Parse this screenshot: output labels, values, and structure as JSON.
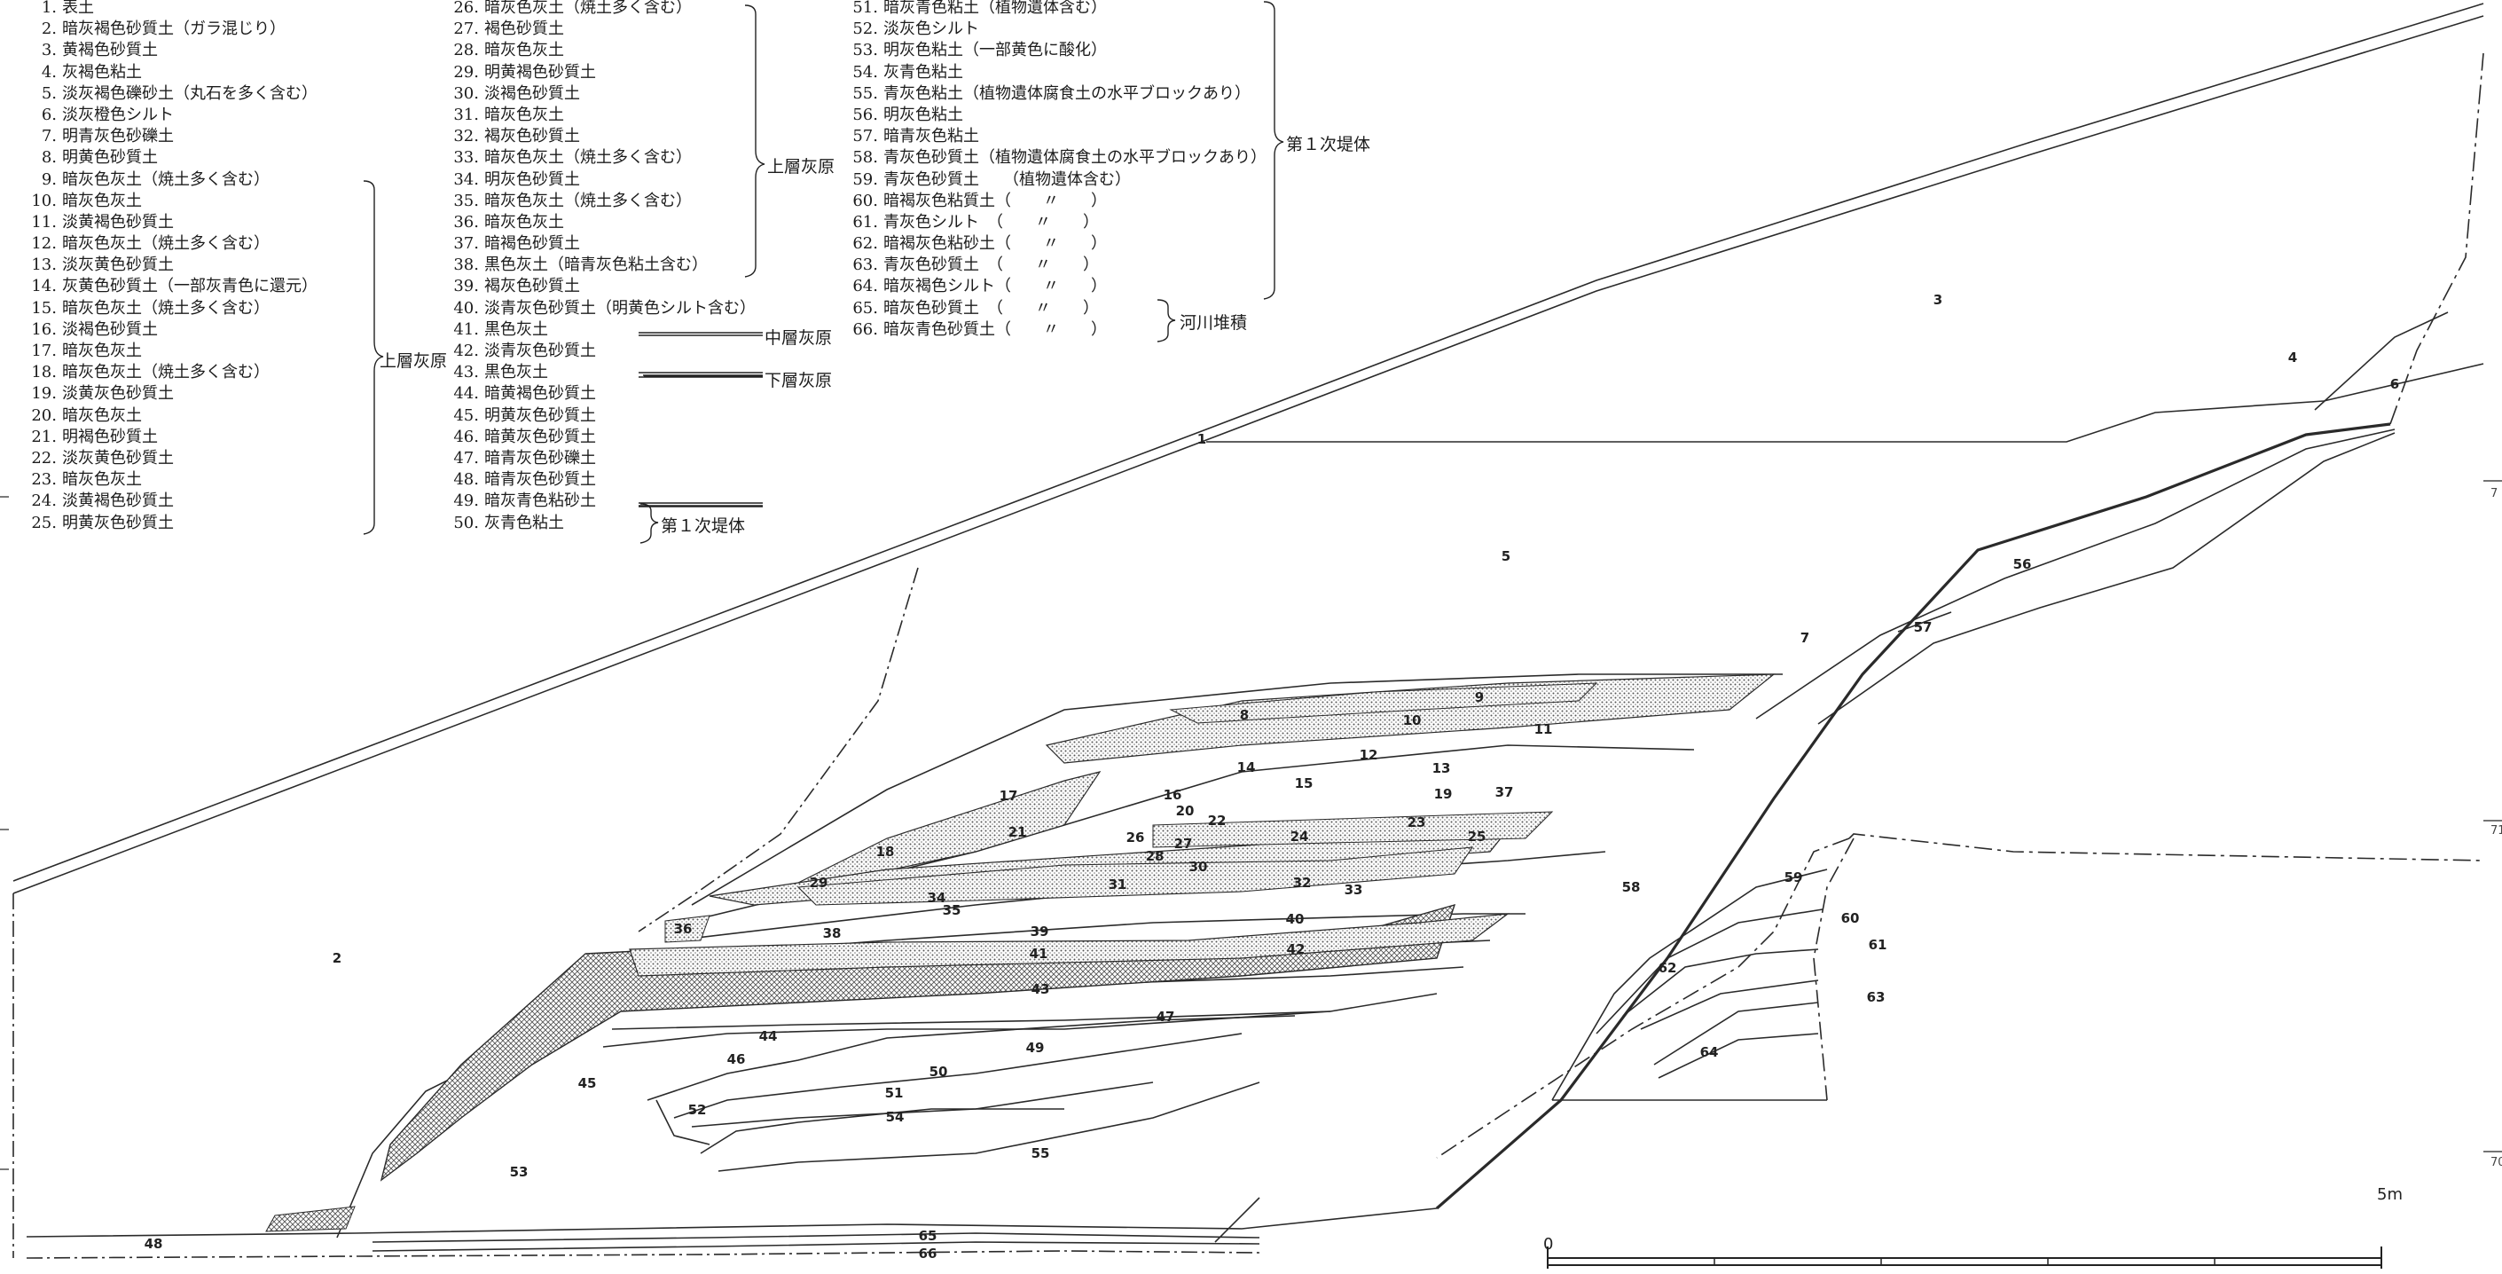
{
  "legend": {
    "col1": [
      {
        "num": "1.",
        "name": "表土"
      },
      {
        "num": "2.",
        "name": "暗灰褐色砂質土（ガラ混じり）"
      },
      {
        "num": "3.",
        "name": "黄褐色砂質土"
      },
      {
        "num": "4.",
        "name": "灰褐色粘土"
      },
      {
        "num": "5.",
        "name": "淡灰褐色礫砂土（丸石を多く含む）"
      },
      {
        "num": "6.",
        "name": "淡灰橙色シルト"
      },
      {
        "num": "7.",
        "name": "明青灰色砂礫土"
      },
      {
        "num": "8.",
        "name": "明黄色砂質土"
      },
      {
        "num": "9.",
        "name": "暗灰色灰土（焼土多く含む）"
      },
      {
        "num": "10.",
        "name": "暗灰色灰土"
      },
      {
        "num": "11.",
        "name": "淡黄褐色砂質土"
      },
      {
        "num": "12.",
        "name": "暗灰色灰土（焼土多く含む）"
      },
      {
        "num": "13.",
        "name": "淡灰黄色砂質土"
      },
      {
        "num": "14.",
        "name": "灰黄色砂質土（一部灰青色に還元）"
      },
      {
        "num": "15.",
        "name": "暗灰色灰土（焼土多く含む）"
      },
      {
        "num": "16.",
        "name": "淡褐色砂質土"
      },
      {
        "num": "17.",
        "name": "暗灰色灰土"
      },
      {
        "num": "18.",
        "name": "暗灰色灰土（焼土多く含む）"
      },
      {
        "num": "19.",
        "name": "淡黄灰色砂質土"
      },
      {
        "num": "20.",
        "name": "暗灰色灰土"
      },
      {
        "num": "21.",
        "name": "明褐色砂質土"
      },
      {
        "num": "22.",
        "name": "淡灰黄色砂質土"
      },
      {
        "num": "23.",
        "name": "暗灰色灰土"
      },
      {
        "num": "24.",
        "name": "淡黄褐色砂質土"
      },
      {
        "num": "25.",
        "name": "明黄灰色砂質土"
      }
    ],
    "col2": [
      {
        "num": "26.",
        "name": "暗灰色灰土（焼土多く含む）"
      },
      {
        "num": "27.",
        "name": "褐色砂質土"
      },
      {
        "num": "28.",
        "name": "暗灰色灰土"
      },
      {
        "num": "29.",
        "name": "明黄褐色砂質土"
      },
      {
        "num": "30.",
        "name": "淡褐色砂質土"
      },
      {
        "num": "31.",
        "name": "暗灰色灰土"
      },
      {
        "num": "32.",
        "name": "褐灰色砂質土"
      },
      {
        "num": "33.",
        "name": "暗灰色灰土（焼土多く含む）"
      },
      {
        "num": "34.",
        "name": "明灰色砂質土"
      },
      {
        "num": "35.",
        "name": "暗灰色灰土（焼土多く含む）"
      },
      {
        "num": "36.",
        "name": "暗灰色灰土"
      },
      {
        "num": "37.",
        "name": "暗褐色砂質土"
      },
      {
        "num": "38.",
        "name": "黒色灰土（暗青灰色粘土含む）"
      },
      {
        "num": "39.",
        "name": "褐灰色砂質土"
      },
      {
        "num": "40.",
        "name": "淡青灰色砂質土（明黄色シルト含む）"
      },
      {
        "num": "41.",
        "name": "黒色灰土"
      },
      {
        "num": "42.",
        "name": "淡青灰色砂質土"
      },
      {
        "num": "43.",
        "name": "黒色灰土"
      },
      {
        "num": "44.",
        "name": "暗黄褐色砂質土"
      },
      {
        "num": "45.",
        "name": "明黄灰色砂質土"
      },
      {
        "num": "46.",
        "name": "暗黄灰色砂質土"
      },
      {
        "num": "47.",
        "name": "暗青灰色砂礫土"
      },
      {
        "num": "48.",
        "name": "暗青灰色砂質土"
      },
      {
        "num": "49.",
        "name": "暗灰青色粘砂土"
      },
      {
        "num": "50.",
        "name": "灰青色粘土"
      }
    ],
    "col3": [
      {
        "num": "51.",
        "name": "暗灰青色粘土（植物遺体含む）"
      },
      {
        "num": "52.",
        "name": "淡灰色シルト"
      },
      {
        "num": "53.",
        "name": "明灰色粘土（一部黄色に酸化）"
      },
      {
        "num": "54.",
        "name": "灰青色粘土"
      },
      {
        "num": "55.",
        "name": "青灰色粘土（植物遺体腐食土の水平ブロックあり）"
      },
      {
        "num": "56.",
        "name": "明灰色粘土"
      },
      {
        "num": "57.",
        "name": "暗青灰色粘土"
      },
      {
        "num": "58.",
        "name": "青灰色砂質土（植物遺体腐食土の水平ブロックあり）"
      },
      {
        "num": "59.",
        "name": "青灰色砂質土　　（植物遺体含む）"
      },
      {
        "num": "60.",
        "name": "暗褐灰色粘質土（　　〃　　）"
      },
      {
        "num": "61.",
        "name": "青灰色シルト　（　　〃　　）"
      },
      {
        "num": "62.",
        "name": "暗褐灰色粘砂土（　　〃　　）"
      },
      {
        "num": "63.",
        "name": "青灰色砂質土　（　　〃　　）"
      },
      {
        "num": "64.",
        "name": "暗灰褐色シルト（　　〃　　）"
      },
      {
        "num": "65.",
        "name": "暗灰色砂質土　（　　〃　　）"
      },
      {
        "num": "66.",
        "name": "暗灰青色砂質土（　　〃　　）"
      }
    ],
    "groups": {
      "upper_ash": "上層灰原",
      "upper_ash2": "上層灰原",
      "middle_ash": "中層灰原",
      "lower_ash": "下層灰原",
      "levee_a": "第１次堤体",
      "levee_b": "第１次堤体",
      "river": "河川堆積"
    }
  },
  "scale": {
    "start": "0",
    "end": "5m"
  },
  "elevation_marks": [
    "7",
    "71",
    "70"
  ],
  "layer_labels": [
    "1",
    "2",
    "3",
    "4",
    "5",
    "6",
    "7",
    "8",
    "9",
    "10",
    "11",
    "12",
    "13",
    "14",
    "15",
    "16",
    "17",
    "18",
    "19",
    "20",
    "21",
    "22",
    "23",
    "24",
    "25",
    "26",
    "27",
    "28",
    "29",
    "30",
    "31",
    "32",
    "33",
    "34",
    "35",
    "36",
    "37",
    "38",
    "39",
    "40",
    "41",
    "42",
    "43",
    "44",
    "45",
    "46",
    "47",
    "48",
    "49",
    "50",
    "51",
    "52",
    "53",
    "54",
    "55",
    "56",
    "57",
    "58",
    "59",
    "60",
    "61",
    "62",
    "63",
    "64",
    "65",
    "66"
  ],
  "colors": {
    "line": "#2a2a2a",
    "hatch": "#555555",
    "background": "#ffffff"
  }
}
